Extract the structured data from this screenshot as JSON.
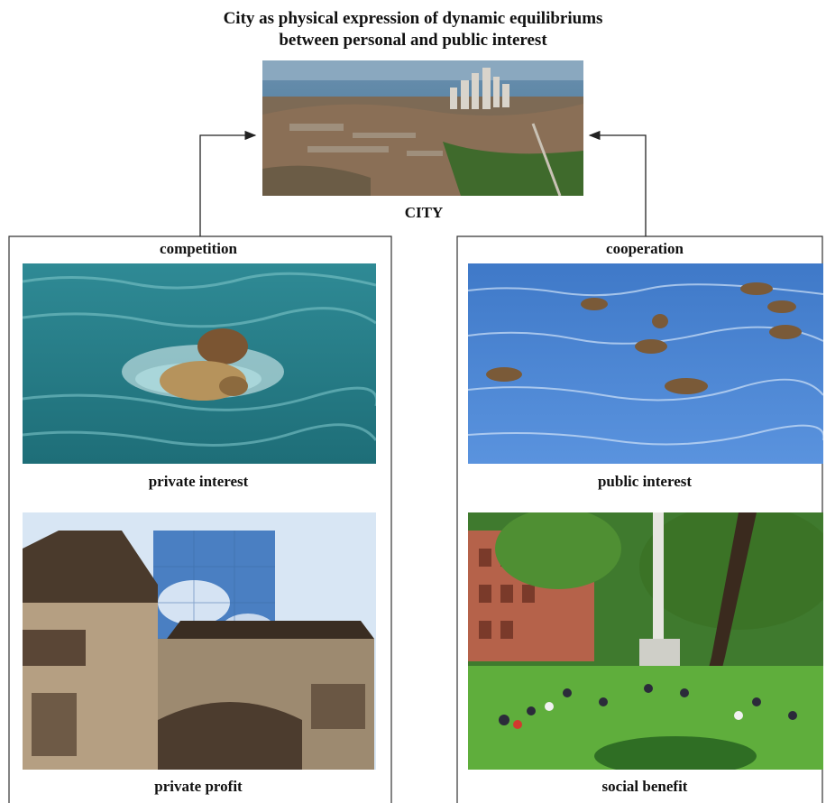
{
  "title": {
    "line1": "City as physical expression of dynamic equilibriums",
    "line2": "between personal and public interest"
  },
  "center": {
    "label": "CITY",
    "image": "aerial-city-skyline-photo"
  },
  "left": {
    "header": "competition",
    "top_image": "ducks-fighting-in-water-photo",
    "top_caption": "private interest",
    "bottom_image": "historic-building-and-glass-tower-photo",
    "bottom_caption": "private profit"
  },
  "right": {
    "header": "cooperation",
    "top_image": "ducks-swimming-together-photo",
    "top_caption": "public interest",
    "bottom_image": "people-in-city-park-photo",
    "bottom_caption": "social benefit"
  }
}
